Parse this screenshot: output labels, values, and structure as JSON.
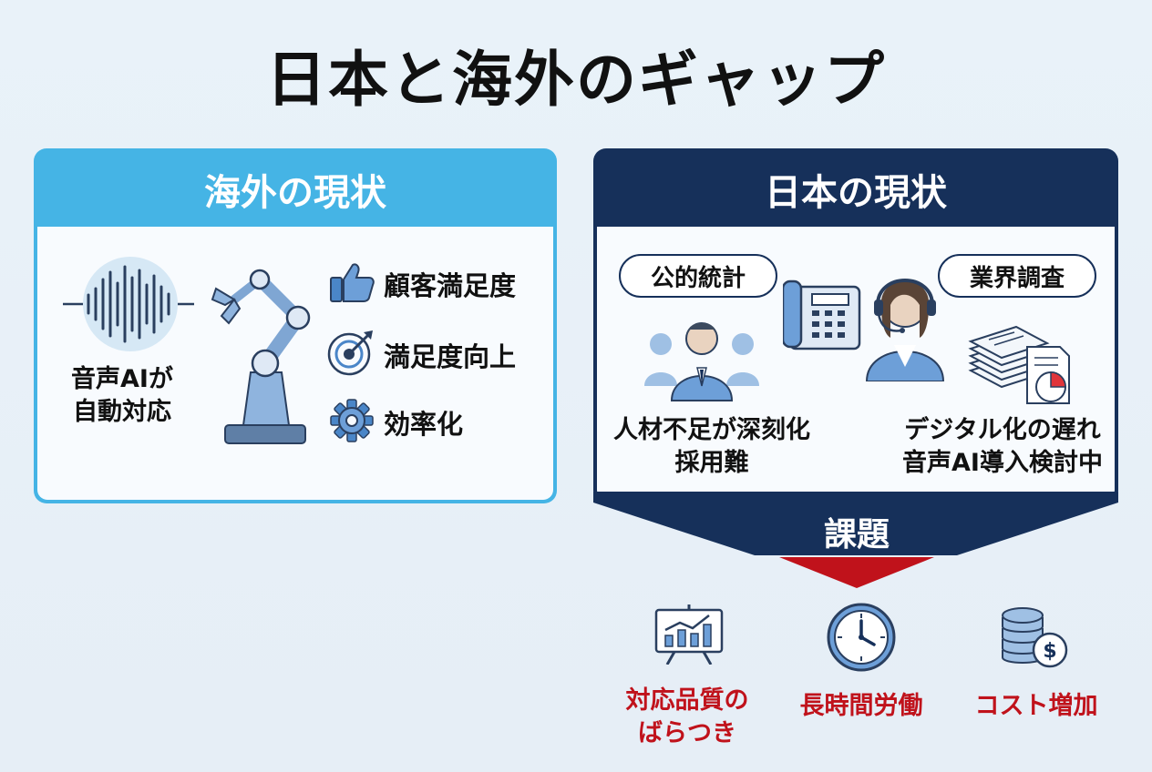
{
  "title": "日本と海外のギャップ",
  "overseas": {
    "header": "海外の現状",
    "voice_label_1": "音声AIが",
    "voice_label_2": "自動対応",
    "items": [
      {
        "icon": "thumbs-up-icon",
        "label": "顧客満足度"
      },
      {
        "icon": "target-icon",
        "label": "満足度向上"
      },
      {
        "icon": "gear-icon",
        "label": "効率化"
      }
    ]
  },
  "japan": {
    "header": "日本の現状",
    "pill_left": "公的統計",
    "pill_right": "業界調査",
    "left_text_1": "人材不足が深刻化",
    "left_text_2": "採用難",
    "right_text_1": "デジタル化の遅れ",
    "right_text_2": "音声AI導入検討中"
  },
  "issues": {
    "label": "課題",
    "items": [
      {
        "icon": "chart-board-icon",
        "line1": "対応品質の",
        "line2": "ばらつき"
      },
      {
        "icon": "clock-icon",
        "line1": "長時間労働",
        "line2": ""
      },
      {
        "icon": "coins-dollar-icon",
        "line1": "コスト増加",
        "line2": ""
      }
    ]
  },
  "colors": {
    "light_blue": "#45b4e5",
    "navy": "#16305a",
    "red": "#c0121b",
    "icon_blue": "#4a86c8"
  }
}
